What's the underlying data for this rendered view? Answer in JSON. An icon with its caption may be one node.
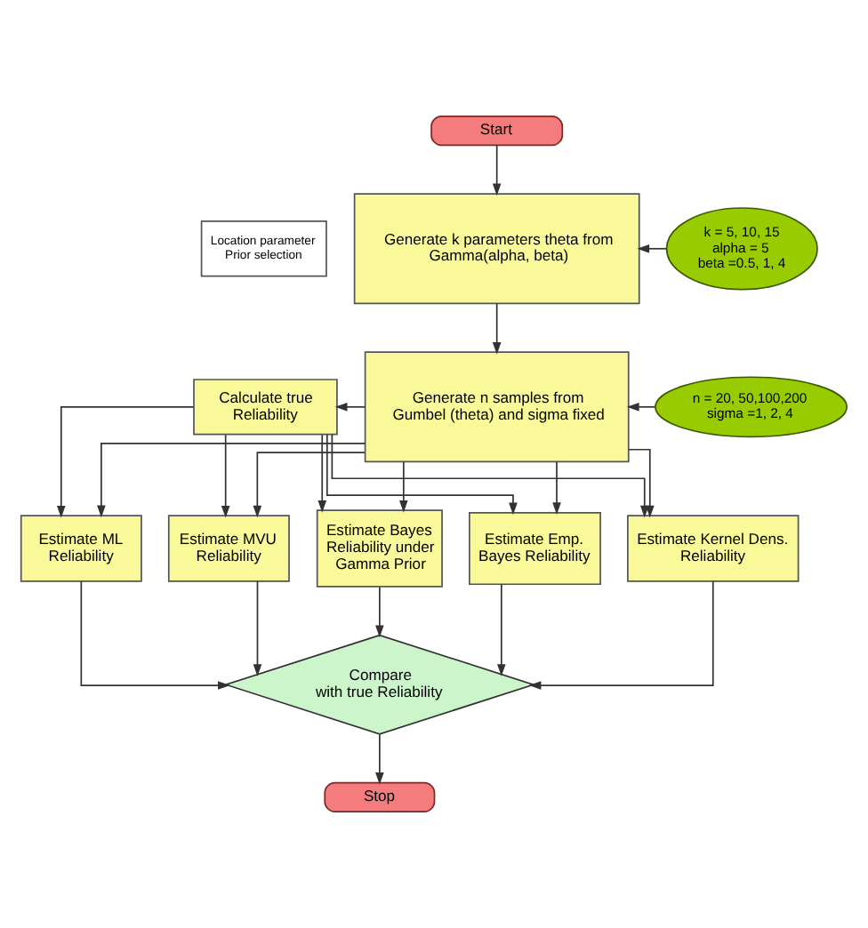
{
  "diagram": {
    "nodes": [
      {
        "text": [
          "Start"
        ]
      },
      {
        "text": [
          "Location parameter Prior selection"
        ]
      },
      {
        "text": [
          "Generate k parameters theta from Gamma(alpha, beta)"
        ]
      },
      {
        "text": [
          "k = 5, 10, 15",
          "alpha = 5",
          "beta =0.5, 1, 4"
        ]
      },
      {
        "text": [
          "Calculate true Reliability"
        ]
      },
      {
        "text": [
          "Generate n samples from Gumbel (theta) and sigma fixed"
        ]
      },
      {
        "text": [
          "n = 20, 50,100,200",
          "sigma =1, 2, 4"
        ]
      },
      {
        "text": [
          "Estimate ML Reliability"
        ]
      },
      {
        "text": [
          "Estimate MVU Reliability"
        ]
      },
      {
        "text": [
          "Estimate Bayes Reliability under Gamma Prior"
        ]
      },
      {
        "text": [
          "Estimate Emp. Bayes Reliability"
        ]
      },
      {
        "text": [
          "Estimate Kernel Dens. Reliability"
        ]
      },
      {
        "text": [
          "Compare with true Reliability"
        ]
      },
      {
        "text": [
          "Stop"
        ]
      }
    ],
    "edges": [
      {
        "from": 0,
        "to": 2,
        "arrow": "to"
      },
      {
        "from": 3,
        "to": 2,
        "arrow": "to"
      },
      {
        "from": 2,
        "to": 5,
        "arrow": "to"
      },
      {
        "from": 6,
        "to": 5,
        "arrow": "to"
      },
      {
        "from": 5,
        "to": 4,
        "arrow": "to"
      },
      {
        "from": 5,
        "to": 7,
        "arrow": "to"
      },
      {
        "from": 5,
        "to": 8,
        "arrow": "to"
      },
      {
        "from": 5,
        "to": 9,
        "arrow": "to"
      },
      {
        "from": 5,
        "to": 10,
        "arrow": "to"
      },
      {
        "from": 5,
        "to": 11,
        "arrow": "to"
      },
      {
        "from": 4,
        "to": 7,
        "arrow": "to"
      },
      {
        "from": 4,
        "to": 8,
        "arrow": "to"
      },
      {
        "from": 4,
        "to": 9,
        "arrow": "to"
      },
      {
        "from": 4,
        "to": 10,
        "arrow": "to"
      },
      {
        "from": 4,
        "to": 11,
        "arrow": "to"
      },
      {
        "from": 7,
        "to": 12,
        "arrow": "to"
      },
      {
        "from": 8,
        "to": 12,
        "arrow": "to"
      },
      {
        "from": 9,
        "to": 12,
        "arrow": "to"
      },
      {
        "from": 10,
        "to": 12,
        "arrow": "to"
      },
      {
        "from": 11,
        "to": 12,
        "arrow": "to"
      },
      {
        "from": 12,
        "to": 13,
        "arrow": "to"
      }
    ]
  }
}
